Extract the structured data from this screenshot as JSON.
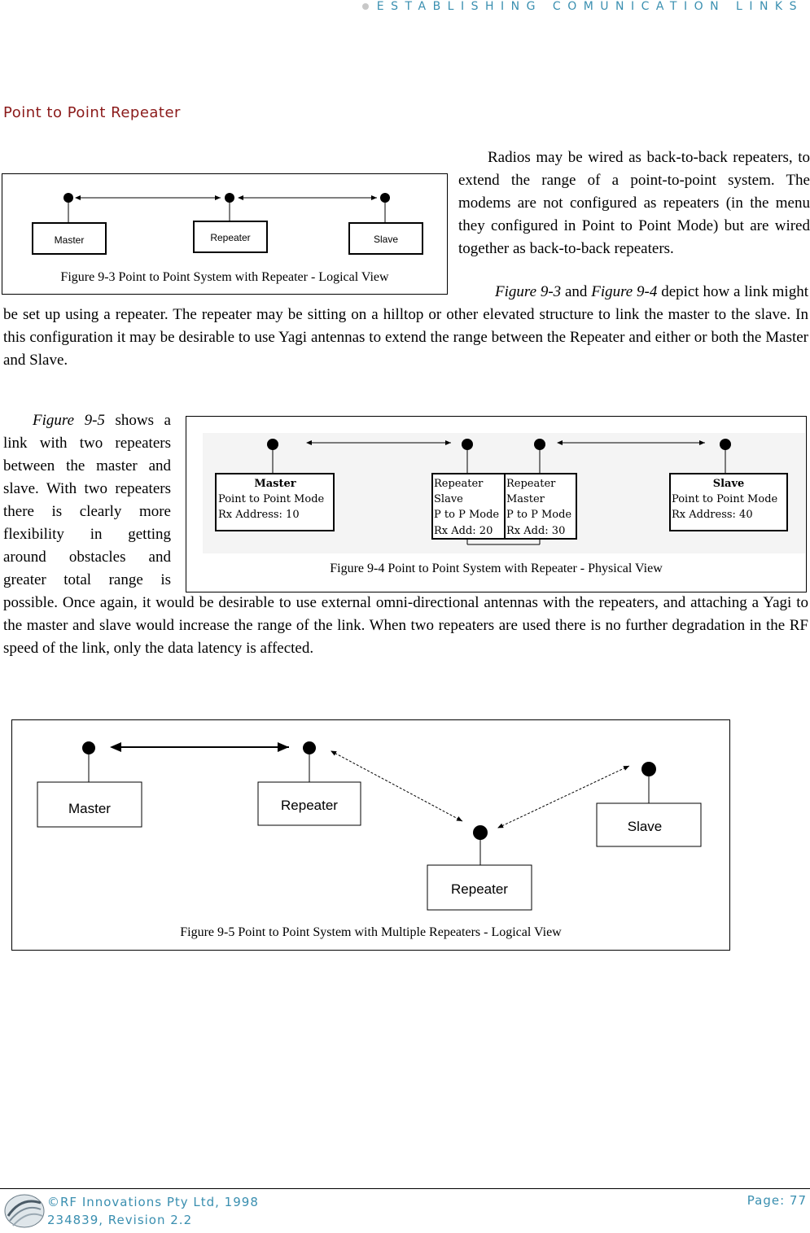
{
  "header": {
    "title": "ESTABLISHING COMUNICATION LINKS"
  },
  "section": {
    "title": "Point to Point Repeater"
  },
  "paragraphs": {
    "p1_a": "Radios may be wired as back-to-back repeaters, to extend the range of a point-to-point system. The modems are not configured as repeaters (in the menu they configured in Point to Point Mode) but are wired together as back-to-back repeaters.",
    "p2_ref1": "Figure 9-3",
    "p2_and": " and ",
    "p2_ref2": "Figure 9-4",
    "p2_text": " depict how a link might be set up using a repeater. The repeater may be sitting on a hilltop or other elevated structure to link the master to the slave. In this configuration it may be desirable to use Yagi antennas to extend the range between the Repeater and either or both the Master and Slave.",
    "p3_ref": "Figure 9-5",
    "p3_text": " shows a link with two repeaters between the master and slave. With two repeaters there is clearly more flexibility in getting around obstacles and greater total range is possible. Once again, it would be desirable to use external omni-directional antennas with the repeaters, and attaching a Yagi to the master and slave would increase the range of the link. When two repeaters are used there is no further degradation in the RF speed of the link, only the data latency is affected."
  },
  "figure_9_3": {
    "caption": "Figure 9-3 Point to Point System with Repeater - Logical View",
    "boxes": [
      "Master",
      "Repeater",
      "Slave"
    ]
  },
  "figure_9_4": {
    "caption": "Figure 9-4 Point to Point System with Repeater - Physical View",
    "master": [
      "Master",
      "Point to Point Mode",
      "Rx Address: 10"
    ],
    "repeater_slave": [
      "Repeater",
      "Slave",
      "P to P Mode",
      "Rx Add: 20"
    ],
    "repeater_master": [
      "Repeater",
      "Master",
      "P to P Mode",
      "Rx Add: 30"
    ],
    "slave": [
      "Slave",
      "Point to Point Mode",
      "Rx Address: 40"
    ]
  },
  "figure_9_5": {
    "caption": "Figure 9-5 Point to Point System with Multiple Repeaters - Logical View",
    "boxes": [
      "Master",
      "Repeater",
      "Repeater",
      "Slave"
    ]
  },
  "footer": {
    "copyright": "©RF Innovations Pty Ltd, 1998",
    "doc_id": "234839, Revision 2.2",
    "page": "Page: 77"
  },
  "colors": {
    "accent": "#3a8fb0",
    "heading": "#8b1a1a"
  }
}
